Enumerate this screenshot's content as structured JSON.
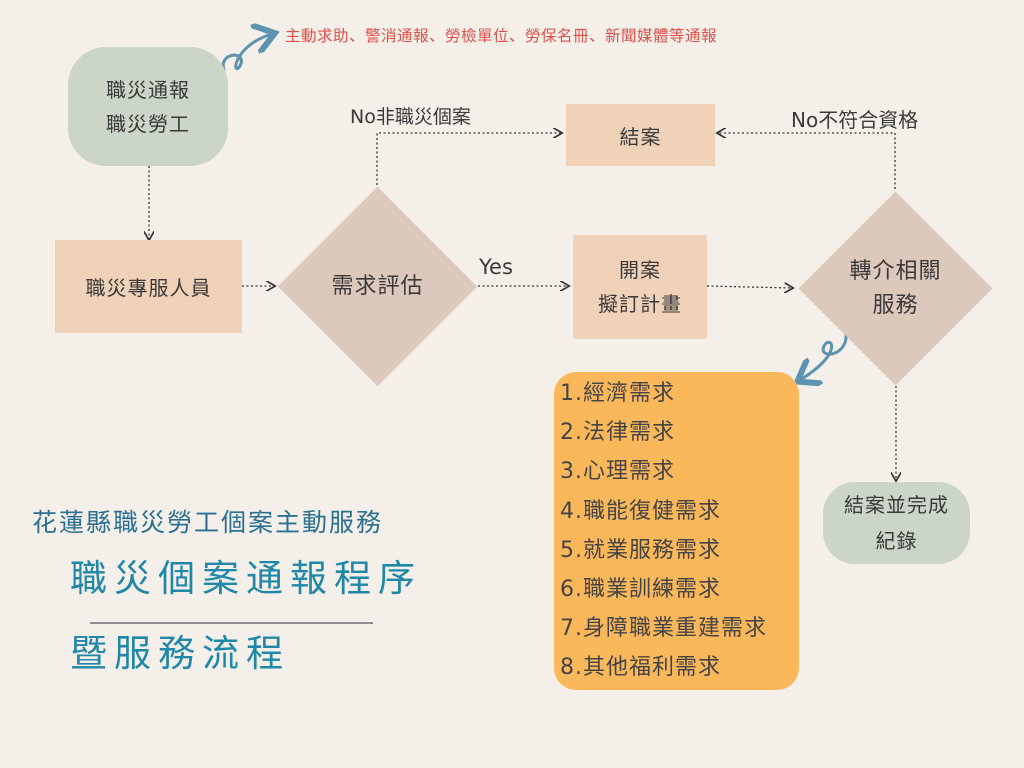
{
  "top_note": "主動求助、警消通報、勞檢單位、勞保名冊、新聞媒體等通報",
  "nodes": {
    "start": [
      "職災通報",
      "職災勞工"
    ],
    "specialist": "職災專服人員",
    "assess": "需求評估",
    "close_top": "結案",
    "open_case": [
      "開案",
      "擬訂計畫"
    ],
    "referral": [
      "轉介相關",
      "服務"
    ],
    "final": [
      "結案並完成",
      "紀錄"
    ]
  },
  "edge_labels": {
    "not_case": "No非職災個案",
    "not_eligible": "No不符合資格",
    "yes": "Yes"
  },
  "needs": [
    "1.經濟需求",
    "2.法律需求",
    "3.心理需求",
    "4.職能復健需求",
    "5.就業服務需求",
    "6.職業訓練需求",
    "7.身障職業重建需求",
    "8.其他福利需求"
  ],
  "title": {
    "org": "花蓮縣職災勞工個案主動服務",
    "line1": "職災個案通報程序",
    "line2": "暨服務流程"
  },
  "colors": {
    "peach": "#f0d2b8",
    "sage": "#cbd5c8",
    "diamond": "#ddc8bc",
    "needs": "#fbb85b",
    "accent_blue": "#5b93b0",
    "title_blue": "#2b6f95",
    "note_red": "#e0504a"
  }
}
